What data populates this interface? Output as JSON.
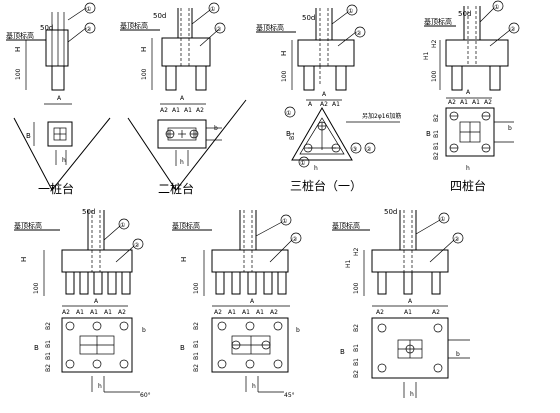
{
  "labels": {
    "base_top_elev": "基顶标高",
    "dim_50d": "50d",
    "H": "H",
    "H1": "H1",
    "H2": "H2",
    "d100": "100",
    "A": "A",
    "A1": "A1",
    "A2": "A2",
    "B": "B",
    "B1": "B1",
    "B2": "B2",
    "h": "h",
    "b": "b",
    "c1": "①",
    "c2": "②",
    "c3": "③",
    "rebar_note": "另加2φ16加筋",
    "angle_60": "60°",
    "angle_45": "45°"
  },
  "captions": {
    "one_pile": "一桩台",
    "two_pile": "二桩台",
    "three_pile": "三桩台（一）",
    "four_pile": "四桩台"
  }
}
